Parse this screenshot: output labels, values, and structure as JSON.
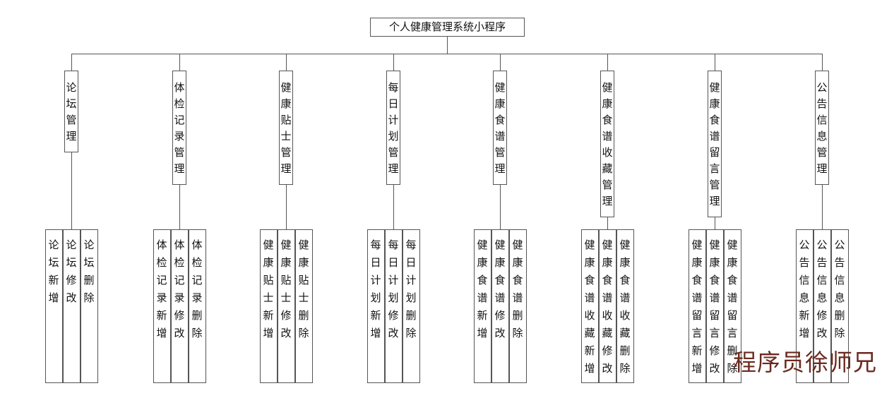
{
  "root": {
    "title": "个人健康管理系统小程序"
  },
  "modules": [
    {
      "title": "论坛管理",
      "items": [
        "论坛新增",
        "论坛修改",
        "论坛删除"
      ]
    },
    {
      "title": "体检记录管理",
      "items": [
        "体检记录新增",
        "体检记录修改",
        "体检记录删除"
      ]
    },
    {
      "title": "健康贴士管理",
      "items": [
        "健康贴士新增",
        "健康贴士修改",
        "健康贴士删除"
      ]
    },
    {
      "title": "每日计划管理",
      "items": [
        "每日计划新增",
        "每日计划修改",
        "每日计划删除"
      ]
    },
    {
      "title": "健康食谱管理",
      "items": [
        "健康食谱新增",
        "健康食谱修改",
        "健康食谱删除"
      ]
    },
    {
      "title": "健康食谱收藏管理",
      "items": [
        "健康食谱收藏新增",
        "健康食谱收藏修改",
        "健康食谱收藏删除"
      ]
    },
    {
      "title": "健康食谱留言管理",
      "items": [
        "健康食谱留言新增",
        "健康食谱留言修改",
        "健康食谱留言删除"
      ]
    },
    {
      "title": "公告信息管理",
      "items": [
        "公告信息新增",
        "公告信息修改",
        "公告信息删除"
      ]
    }
  ],
  "watermark": "程序员徐师兄"
}
